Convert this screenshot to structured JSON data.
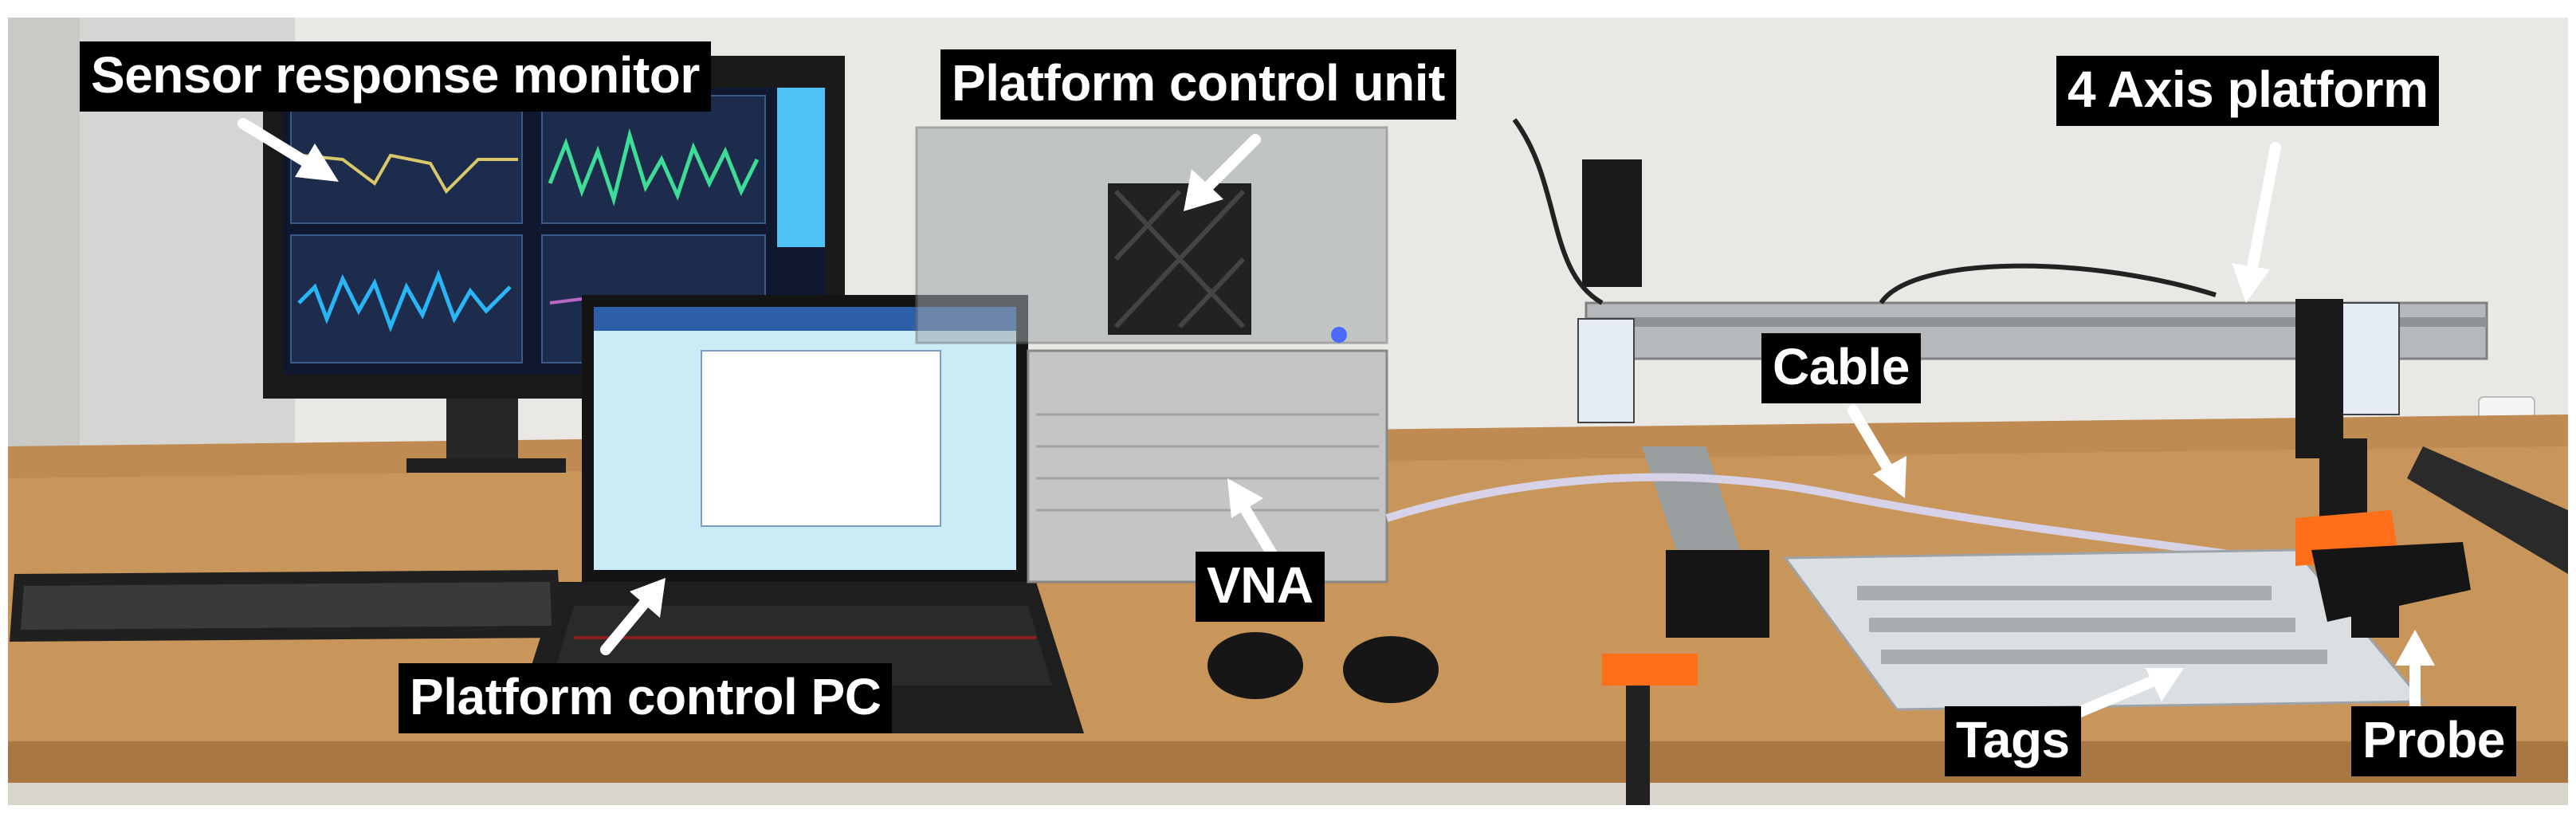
{
  "labels": {
    "sensor_response_monitor": "Sensor response monitor",
    "platform_control_unit": "Platform control unit",
    "four_axis_platform": "4 Axis platform",
    "cable": "Cable",
    "vna": "VNA",
    "platform_control_pc": "Platform control PC",
    "tags": "Tags",
    "probe": "Probe"
  },
  "colors": {
    "label_bg": "#000000",
    "label_text": "#ffffff",
    "arrow": "#ffffff",
    "wall": "#e9e8e4",
    "table": "#c8955a"
  }
}
